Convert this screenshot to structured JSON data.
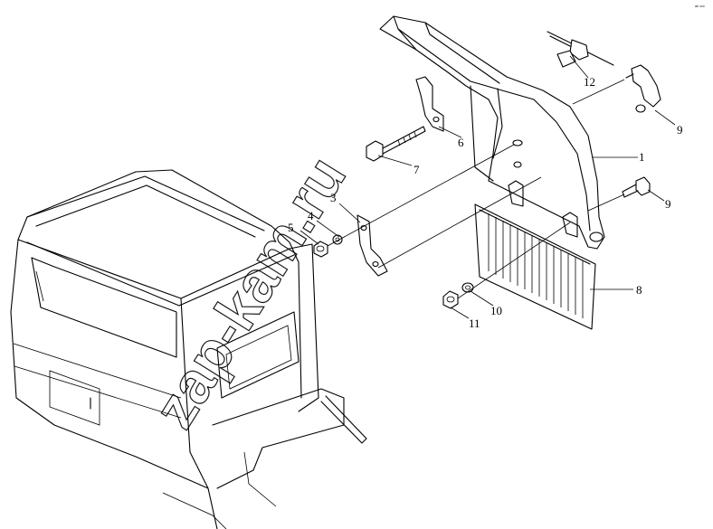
{
  "corner_code": "ᵃᵇ ᵒᵒᵒ",
  "watermark": "zap-kam.ru",
  "callouts": [
    {
      "id": "1",
      "label": "1"
    },
    {
      "id": "3",
      "label": "3"
    },
    {
      "id": "4",
      "label": "4"
    },
    {
      "id": "5",
      "label": "5"
    },
    {
      "id": "6",
      "label": "6"
    },
    {
      "id": "7",
      "label": "7"
    },
    {
      "id": "8",
      "label": "8"
    },
    {
      "id": "9a",
      "label": "9"
    },
    {
      "id": "9b",
      "label": "9"
    },
    {
      "id": "10",
      "label": "10"
    },
    {
      "id": "11",
      "label": "11"
    },
    {
      "id": "12",
      "label": "12"
    }
  ]
}
